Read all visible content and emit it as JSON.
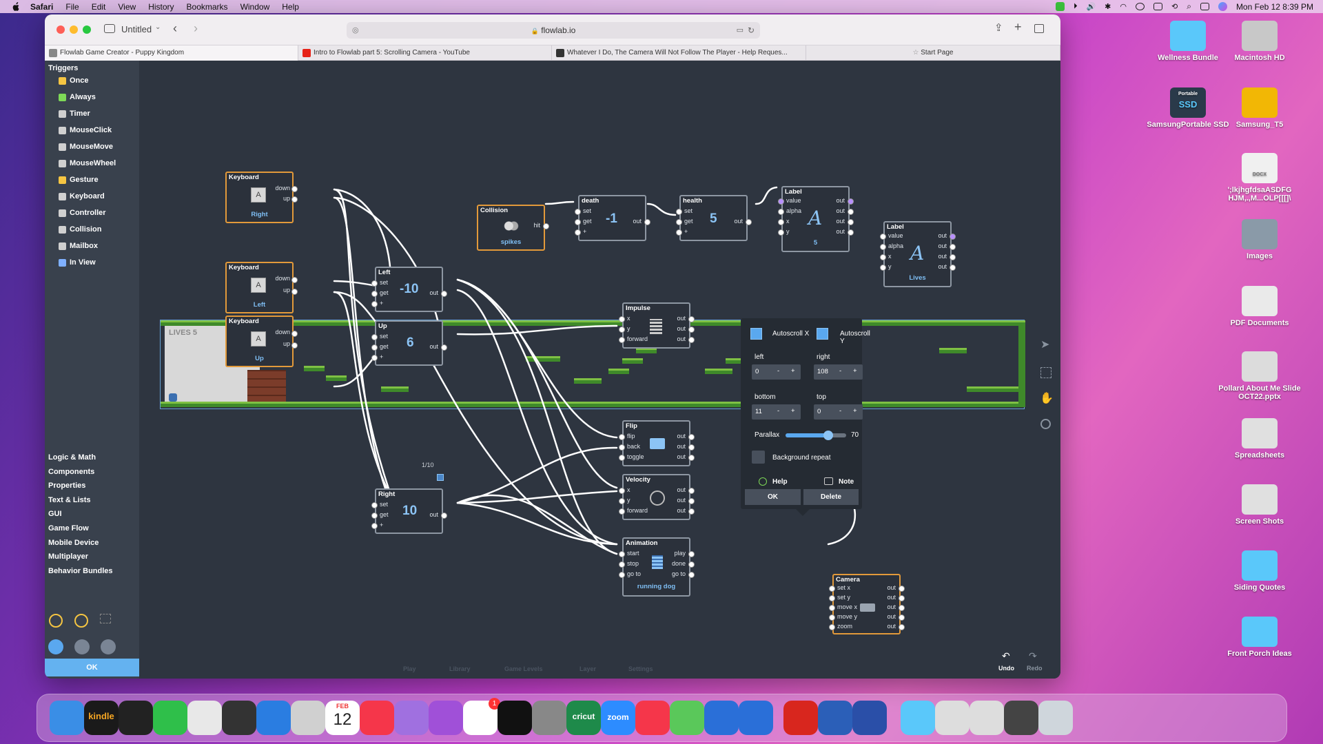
{
  "menubar": {
    "app": "Safari",
    "items": [
      "File",
      "Edit",
      "View",
      "History",
      "Bookmarks",
      "Window",
      "Help"
    ],
    "clock": "Mon Feb 12  8:39 PM"
  },
  "browser": {
    "doc_title": "Untitled",
    "url": "flowlab.io",
    "tabs": [
      {
        "title": "Flowlab Game Creator - Puppy Kingdom",
        "color": "#888888"
      },
      {
        "title": "Intro to Flowlab part 5: Scrolling Camera - YouTube",
        "color": "#e62117"
      },
      {
        "title": "Whatever I Do, The Camera Will Not Follow The Player - Help Reques...",
        "color": "#333333"
      },
      {
        "title": "Start Page",
        "color": "#999999"
      }
    ]
  },
  "sidebar": {
    "header": "Triggers",
    "triggers": [
      {
        "label": "Once",
        "icon": "lightning-icon",
        "color": "#f5c542"
      },
      {
        "label": "Always",
        "icon": "battery-icon",
        "color": "#7ed957"
      },
      {
        "label": "Timer",
        "icon": "clock-icon",
        "color": "#d0d0d0"
      },
      {
        "label": "MouseClick",
        "icon": "mouse-icon",
        "color": "#d0d0d0"
      },
      {
        "label": "MouseMove",
        "icon": "cursor-icon",
        "color": "#d0d0d0"
      },
      {
        "label": "MouseWheel",
        "icon": "mouse-icon",
        "color": "#d0d0d0"
      },
      {
        "label": "Gesture",
        "icon": "hand-icon",
        "color": "#f5c542"
      },
      {
        "label": "Keyboard",
        "icon": "keyboard-icon",
        "color": "#d0d0d0"
      },
      {
        "label": "Controller",
        "icon": "gamepad-icon",
        "color": "#d0d0d0"
      },
      {
        "label": "Collision",
        "icon": "collision-icon",
        "color": "#d0d0d0"
      },
      {
        "label": "Mailbox",
        "icon": "mailbox-icon",
        "color": "#d0d0d0"
      },
      {
        "label": "In View",
        "icon": "view-icon",
        "color": "#7fb0ff"
      }
    ],
    "categories": [
      "Logic & Math",
      "Components",
      "Properties",
      "Text & Lists",
      "GUI",
      "Game Flow",
      "Mobile Device",
      "Multiplayer",
      "Behavior Bundles"
    ],
    "ok_label": "OK"
  },
  "nodes": {
    "key_right": {
      "title": "Keyboard",
      "key": "A",
      "caption": "Right",
      "ports": [
        "down",
        "up"
      ]
    },
    "key_left": {
      "title": "Keyboard",
      "key": "A",
      "caption": "Left",
      "ports": [
        "down",
        "up"
      ]
    },
    "key_up": {
      "title": "Keyboard",
      "key": "A",
      "caption": "Up",
      "ports": [
        "down",
        "up"
      ]
    },
    "num_left": {
      "title": "Left",
      "value": "-10",
      "inputs": [
        "set",
        "get",
        "+"
      ],
      "output": "out"
    },
    "num_up": {
      "title": "Up",
      "value": "6",
      "inputs": [
        "set",
        "get",
        "+"
      ],
      "output": "out"
    },
    "num_right": {
      "title": "Right",
      "value": "10",
      "inputs": [
        "set",
        "get",
        "+"
      ],
      "output": "out"
    },
    "collision": {
      "title": "Collision",
      "caption": "spikes",
      "output": "hit"
    },
    "death": {
      "title": "death",
      "value": "-1",
      "inputs": [
        "set",
        "get",
        "+"
      ],
      "output": "out"
    },
    "health": {
      "title": "health",
      "value": "5",
      "inputs": [
        "set",
        "get",
        "+"
      ],
      "output": "out"
    },
    "label1": {
      "title": "Label",
      "inputs": [
        "value",
        "alpha",
        "x",
        "y"
      ],
      "output": "out",
      "caption": "5",
      "glyph": "A"
    },
    "label2": {
      "title": "Label",
      "inputs": [
        "value",
        "alpha",
        "x",
        "y"
      ],
      "output": "out",
      "caption": "Lives",
      "glyph": "A"
    },
    "impulse": {
      "title": "Impulse",
      "inputs": [
        "x",
        "y",
        "forward"
      ],
      "output": "out"
    },
    "flip": {
      "title": "Flip",
      "inputs": [
        "flip",
        "back",
        "toggle"
      ],
      "output": "out"
    },
    "velocity": {
      "title": "Velocity",
      "inputs": [
        "x",
        "y",
        "forward"
      ],
      "output": "out"
    },
    "animation": {
      "title": "Animation",
      "inputs": [
        "start",
        "stop",
        "go to"
      ],
      "outputs": [
        "play",
        "done",
        "go to"
      ],
      "caption": "running dog"
    },
    "camera": {
      "title": "Camera",
      "inputs": [
        "set x",
        "set y",
        "move x",
        "move y",
        "zoom"
      ],
      "output": "out"
    }
  },
  "level": {
    "hud_text": "LIVES 5"
  },
  "page_indicator": "1/10",
  "popup": {
    "autoscroll_x": "Autoscroll X",
    "autoscroll_y": "Autoscroll Y",
    "autoscroll_x_checked": true,
    "autoscroll_y_checked": true,
    "left_label": "left",
    "left_value": "0",
    "right_label": "right",
    "right_value": "108",
    "bottom_label": "bottom",
    "bottom_value": "11",
    "top_label": "top",
    "top_value": "0",
    "parallax_label": "Parallax",
    "parallax_value": "70",
    "parallax_fraction": 0.7,
    "background_repeat": "Background repeat",
    "background_repeat_checked": false,
    "help": "Help",
    "note": "Note",
    "ok": "OK",
    "delete": "Delete",
    "minus": "-",
    "plus": "+"
  },
  "bottom_bar": {
    "items": [
      "Play",
      "Library",
      "Game Levels",
      "Layer",
      "Settings"
    ],
    "undo": "Undo",
    "redo": "Redo"
  },
  "desktop": {
    "icons": [
      {
        "label": "Wellness Bundle",
        "color": "#5ac8fa"
      },
      {
        "label": "Macintosh HD",
        "color": "#c8c8c8"
      },
      {
        "label": "SamsungPortable SSD",
        "color": "#2a3a4a",
        "badge_top": "Portable",
        "badge": "SSD"
      },
      {
        "label": "Samsung_T5",
        "color": "#f2b705"
      },
      {
        "label": "';lkjhgfdsaASDFG HJM,.,M...OLP[[[]\\",
        "color": "#f0f0f0",
        "badge": "DOCX"
      },
      {
        "label": "Images",
        "color": "#8a9aa8"
      },
      {
        "label": "PDF Documents",
        "color": "#eaeaea"
      },
      {
        "label": "Pollard About Me Slide OCT22.pptx",
        "color": "#dcdcdc"
      },
      {
        "label": "Spreadsheets",
        "color": "#e0e0e0"
      },
      {
        "label": "Screen Shots",
        "color": "#e0e0e0"
      },
      {
        "label": "Siding Quotes",
        "color": "#5ac8fa"
      },
      {
        "label": "Front Porch Ideas",
        "color": "#5ac8fa"
      }
    ]
  },
  "dock": {
    "calendar_month": "FEB",
    "calendar_day": "12",
    "photos_badge": "1",
    "kindle": "kindle",
    "cricut": "cricut",
    "zoom": "zoom",
    "items": [
      {
        "name": "Finder",
        "color": "#3a8ee6"
      },
      {
        "name": "Kindle",
        "color": "#1a1a1a"
      },
      {
        "name": "Mission Control",
        "color": "#222222"
      },
      {
        "name": "FaceTime",
        "color": "#2fbf4a"
      },
      {
        "name": "Chrome",
        "color": "#e8e8e8"
      },
      {
        "name": "Calculator",
        "color": "#333333"
      },
      {
        "name": "Safari",
        "color": "#2a7de1"
      },
      {
        "name": "Launchpad",
        "color": "#d0d0d0"
      },
      {
        "name": "Calendar",
        "color": "#ffffff"
      },
      {
        "name": "Music",
        "color": "#f5364a"
      },
      {
        "name": "Siri",
        "color": "#a070e0"
      },
      {
        "name": "Podcasts",
        "color": "#a050d8"
      },
      {
        "name": "Photos",
        "color": "#ffffff"
      },
      {
        "name": "Apple TV",
        "color": "#111111"
      },
      {
        "name": "System Settings",
        "color": "#888888"
      },
      {
        "name": "Cricut",
        "color": "#1e8a4a"
      },
      {
        "name": "Zoom",
        "color": "#2d8cff"
      },
      {
        "name": "News",
        "color": "#f5364a"
      },
      {
        "name": "Maps",
        "color": "#5ac85a"
      },
      {
        "name": "Screenshot",
        "color": "#2a6fd8"
      },
      {
        "name": "Preview",
        "color": "#2a6fd8"
      },
      {
        "name": "Acrobat",
        "color": "#d8261e"
      },
      {
        "name": "Word",
        "color": "#2b5fb8"
      },
      {
        "name": "Stacks",
        "color": "#2a4fa8"
      },
      {
        "name": "Applications",
        "color": "#5ac8fa"
      },
      {
        "name": "Downloads",
        "color": "#dddddd"
      },
      {
        "name": "Recent",
        "color": "#dddddd"
      },
      {
        "name": "Recent 2",
        "color": "#444444"
      },
      {
        "name": "Trash",
        "color": "#cfd6dc"
      }
    ]
  },
  "colors": {
    "accent": "#64b2f0",
    "node_border": "#8e97a3",
    "node_highlight": "#e39a3a",
    "canvas": "#2e3540",
    "wire": "#ffffff"
  }
}
